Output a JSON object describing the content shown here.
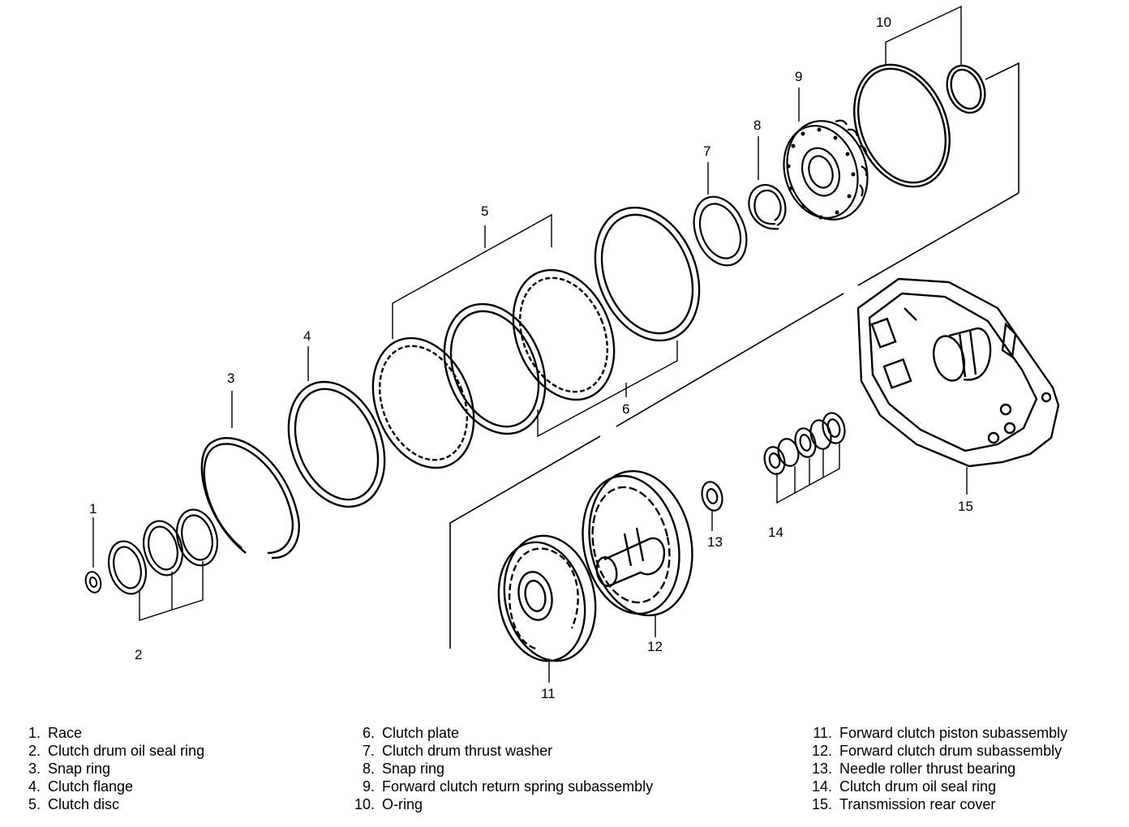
{
  "callouts": {
    "c1": "1",
    "c2": "2",
    "c3": "3",
    "c4": "4",
    "c5": "5",
    "c6": "6",
    "c7": "7",
    "c8": "8",
    "c9": "9",
    "c10": "10",
    "c11": "11",
    "c12": "12",
    "c13": "13",
    "c14": "14",
    "c15": "15"
  },
  "legend": {
    "col1": [
      {
        "num": "1.",
        "text": "Race"
      },
      {
        "num": "2.",
        "text": "Clutch drum oil seal ring"
      },
      {
        "num": "3.",
        "text": "Snap ring"
      },
      {
        "num": "4.",
        "text": "Clutch flange"
      },
      {
        "num": "5.",
        "text": "Clutch disc"
      }
    ],
    "col2": [
      {
        "num": "6.",
        "text": "Clutch plate"
      },
      {
        "num": "7.",
        "text": "Clutch drum thrust washer"
      },
      {
        "num": "8.",
        "text": "Snap ring"
      },
      {
        "num": "9.",
        "text": "Forward clutch return spring subassembly"
      },
      {
        "num": "10.",
        "text": "O-ring"
      }
    ],
    "col3": [
      {
        "num": "11.",
        "text": "Forward clutch piston subassembly"
      },
      {
        "num": "12.",
        "text": "Forward clutch drum subassembly"
      },
      {
        "num": "13.",
        "text": "Needle roller thrust bearing"
      },
      {
        "num": "14.",
        "text": "Clutch drum oil seal ring"
      },
      {
        "num": "15.",
        "text": "Transmission rear cover"
      }
    ]
  }
}
